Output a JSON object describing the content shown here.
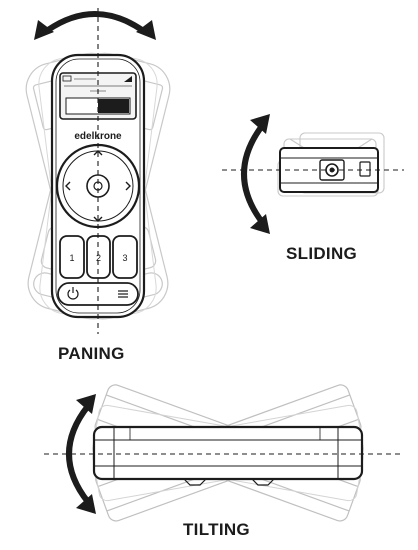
{
  "brand": {
    "name": "edelkrone"
  },
  "labels": {
    "panning": "PANING",
    "sliding": "SLIDING",
    "tilting": "TILTING"
  },
  "remote": {
    "buttons": [
      "1",
      "2",
      "3"
    ],
    "icons": [
      "power-icon",
      "menu-icon",
      "battery-icon",
      "arrow-up-icon",
      "arrow-down-icon",
      "arrow-left-icon",
      "arrow-right-icon",
      "center-button-icon"
    ]
  },
  "colors": {
    "stroke": "#1c1c1c",
    "ghost": "#c8c8c8",
    "background": "#ffffff"
  }
}
